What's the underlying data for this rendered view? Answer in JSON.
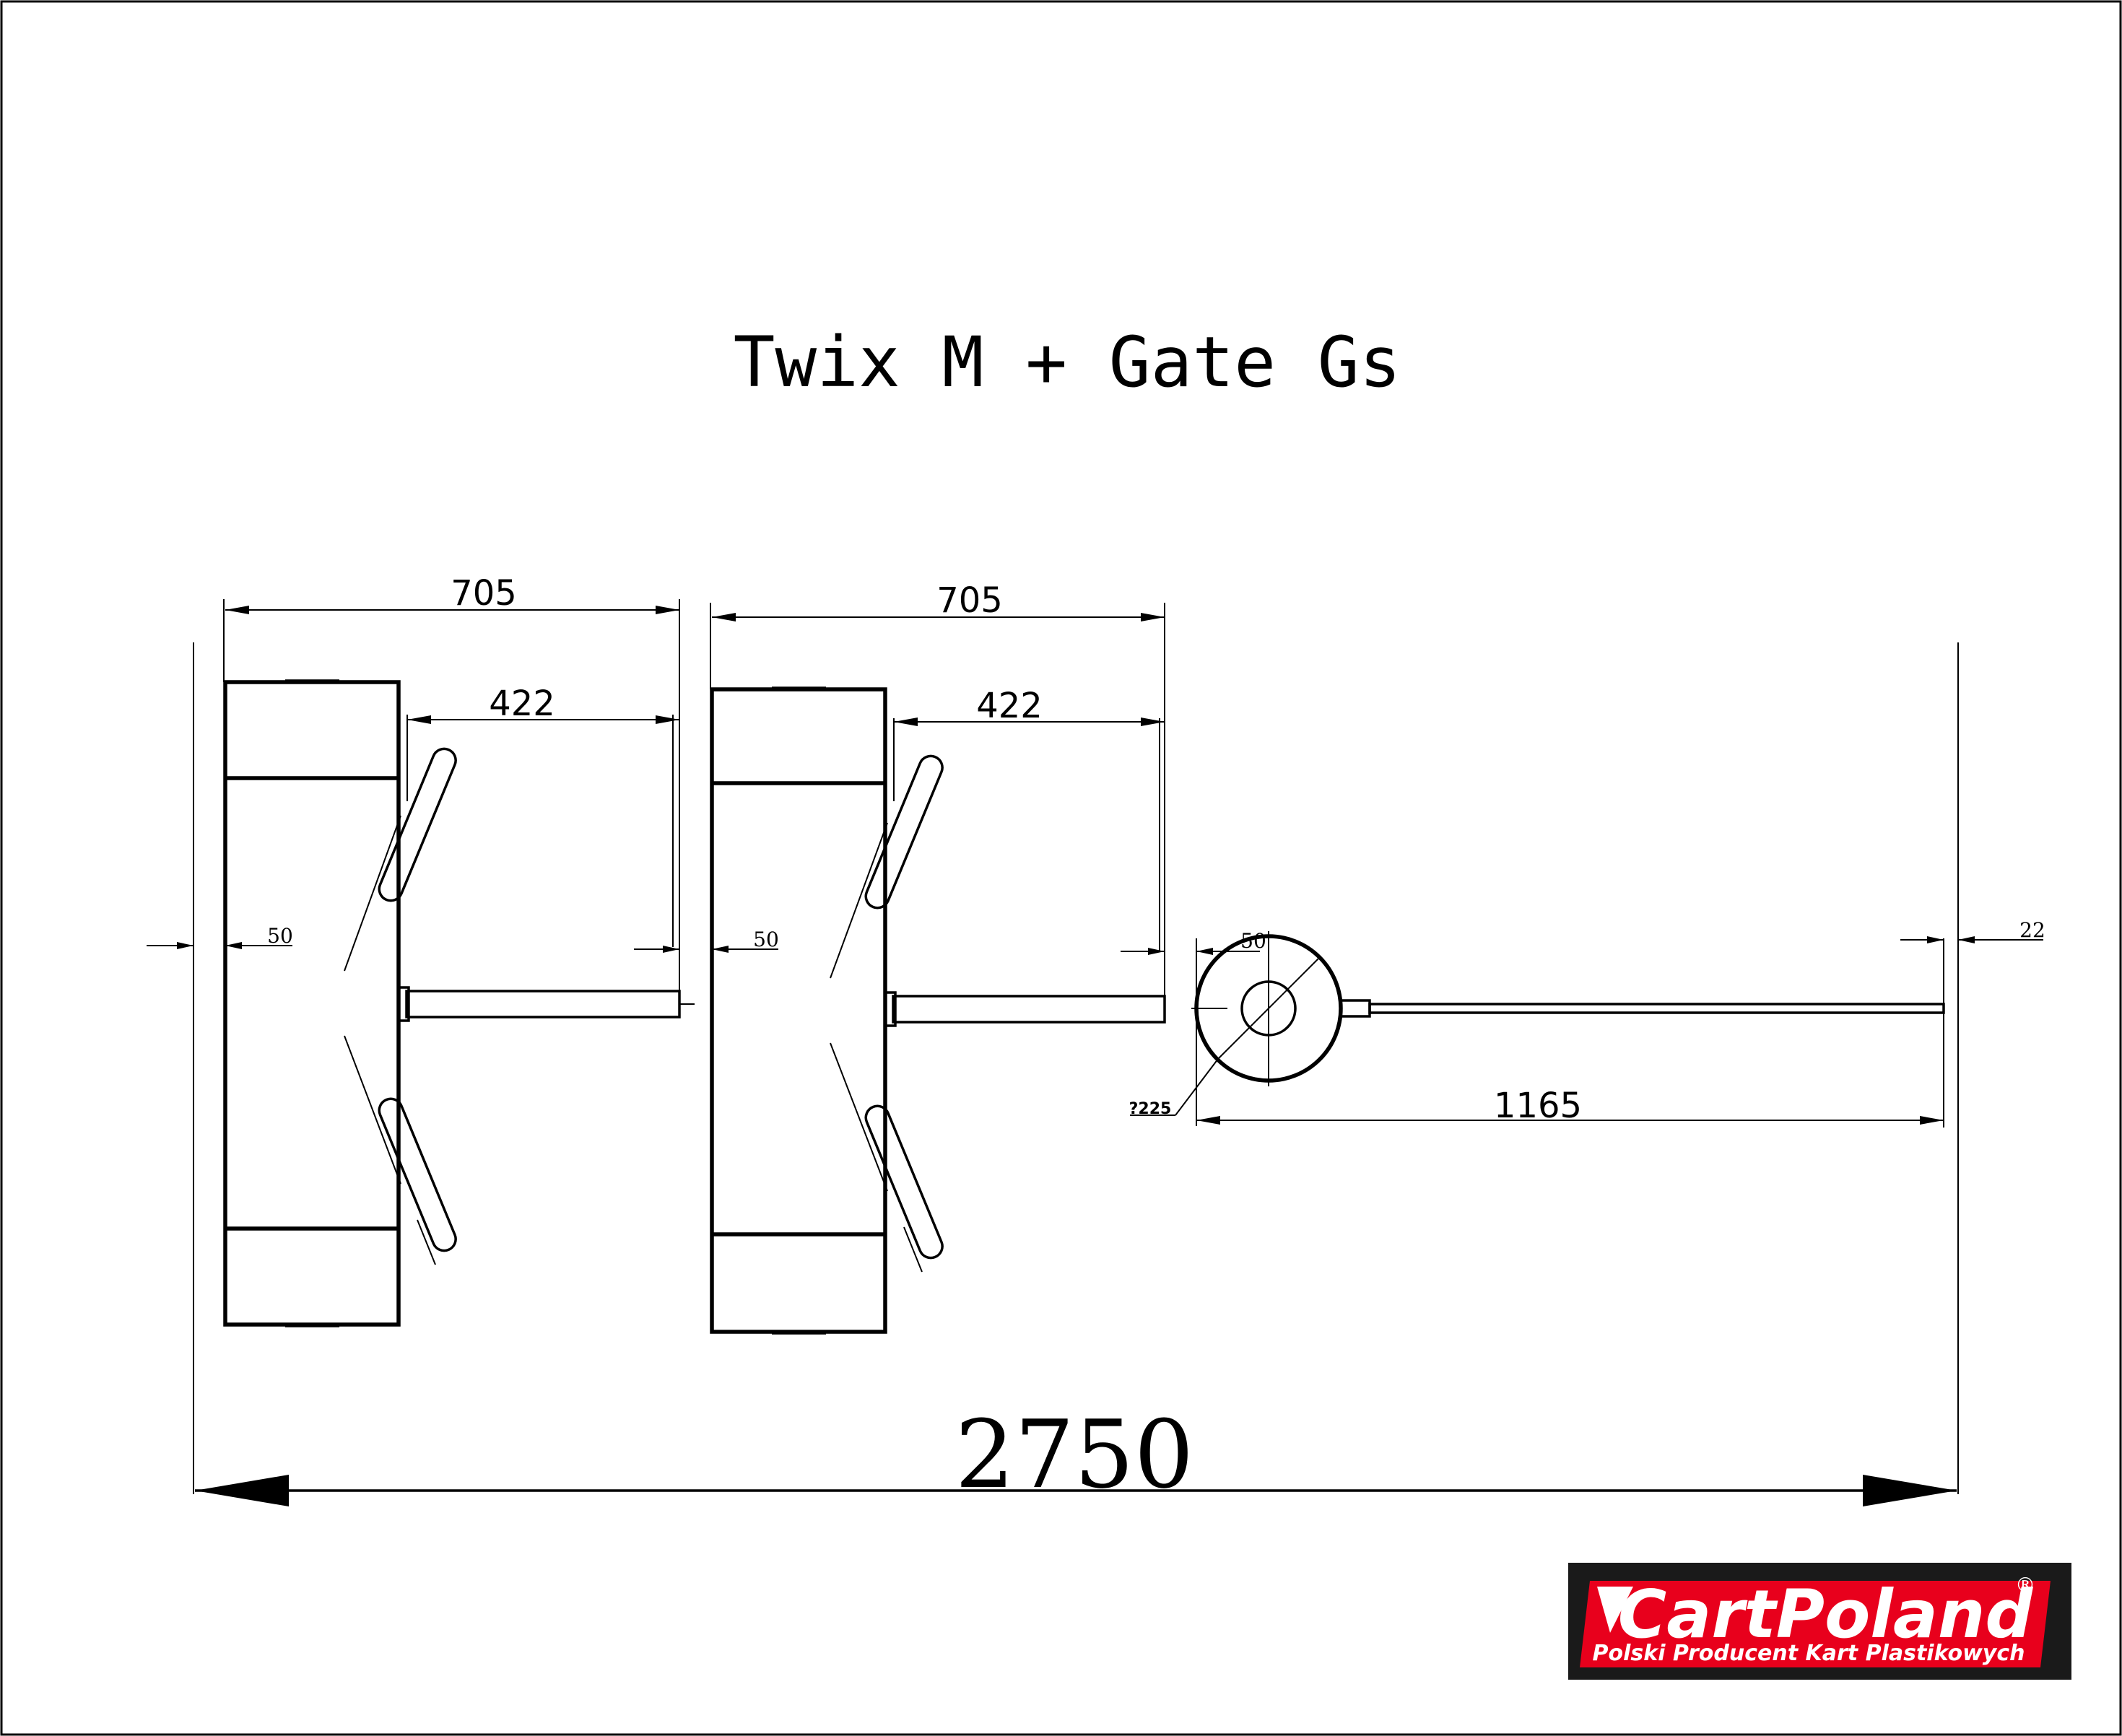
{
  "title": "Twix M + Gate Gs",
  "dimensions": {
    "unit1_width": "705",
    "unit1_arm": "422",
    "unit1_gap": "50",
    "unit2_width": "705",
    "unit2_arm": "422",
    "unit2_gap": "50",
    "gate_gap": "50",
    "gate_diameter": "?225",
    "gate_arm": "1165",
    "end_gap": "22",
    "total_width": "2750"
  },
  "logo": {
    "name": "CartPoland",
    "registered": "®",
    "tagline": "Polski Producent Kart Plastikowych",
    "colors": {
      "background": "#1a1a1a",
      "banner": "#e8001c",
      "text": "#ffffff"
    }
  }
}
